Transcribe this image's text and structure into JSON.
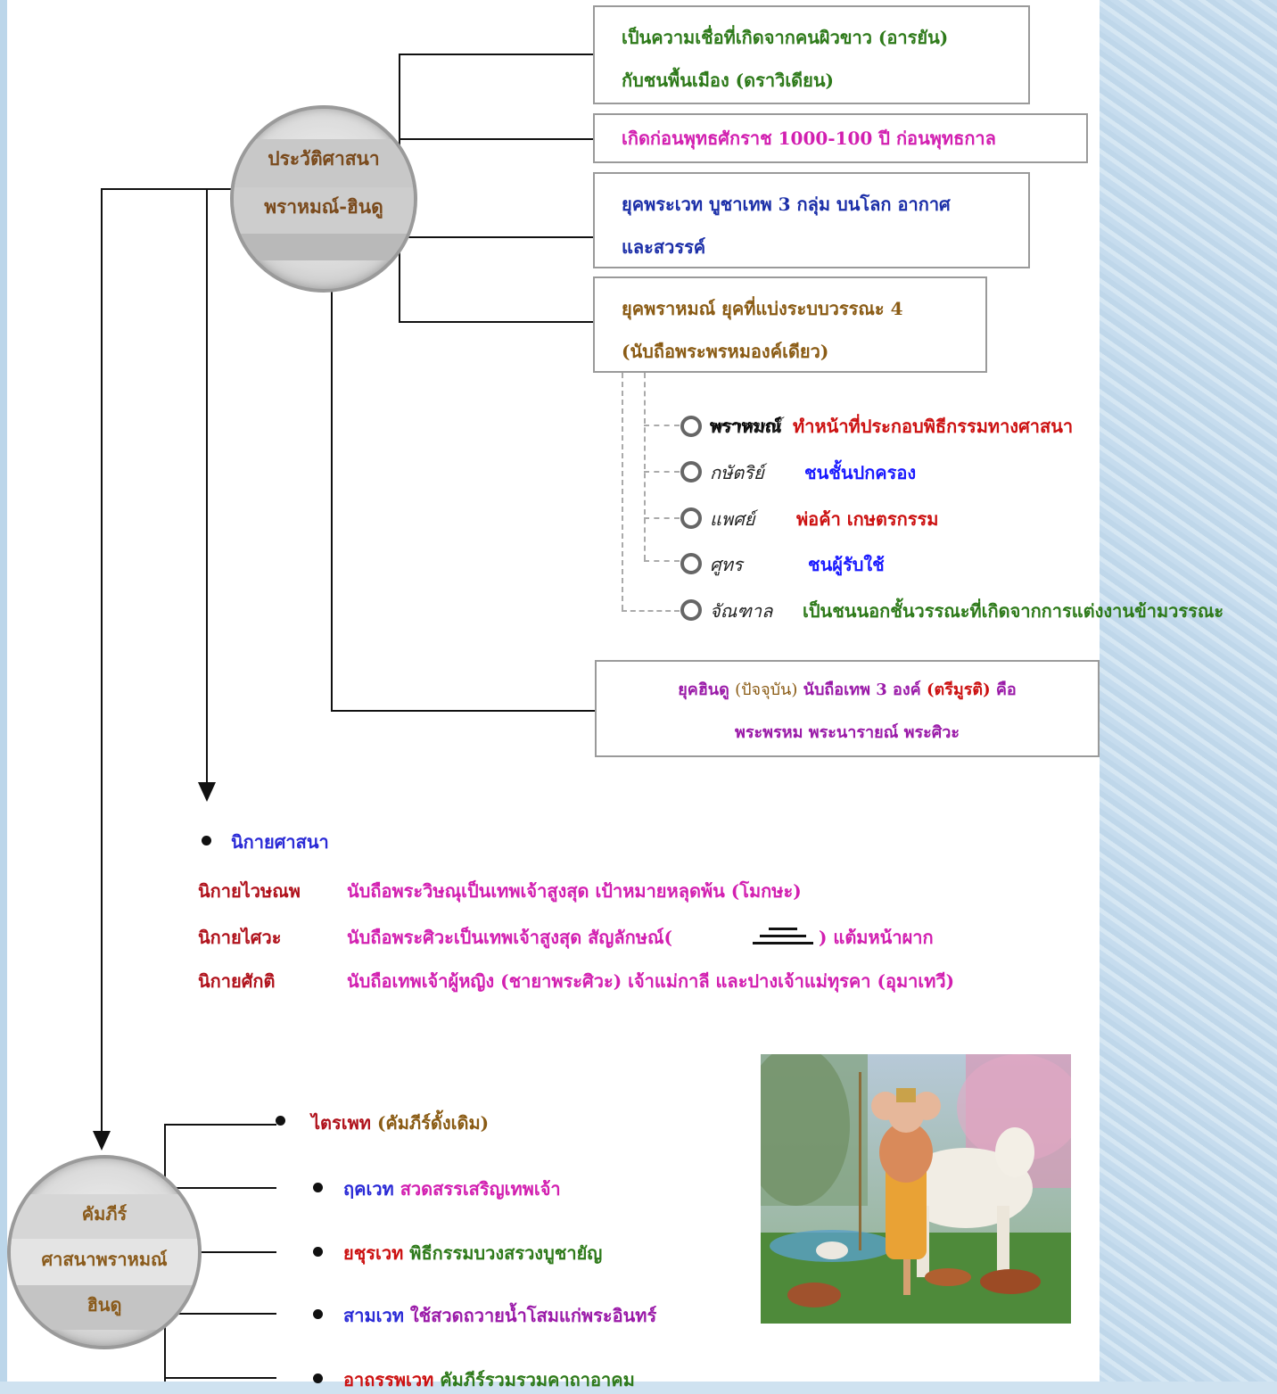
{
  "circle_top": {
    "line1": "ประวัติศาสนา",
    "line2": "พราหมณ์-ฮินดู"
  },
  "box1": {
    "line1": "เป็นความเชื่อที่เกิดจากคนผิวขาว (อารยัน)",
    "line2": "กับชนพื้นเมือง (ดราวิเดียน)"
  },
  "box2": {
    "text": "เกิดก่อนพุทธศักราช 1000-100 ปี ก่อนพุทธกาล"
  },
  "box3": {
    "line1": "ยุคพระเวท บูชาเทพ 3 กลุ่ม บนโลก อากาศ",
    "line2": "และสวรรค์"
  },
  "box4": {
    "line1": "ยุคพราหมณ์ ยุคที่แบ่งระบบวรรณะ 4",
    "line2": "(นับถือพระพรหมองค์เดียว)"
  },
  "castes": [
    {
      "name": "พราหมณ์",
      "desc": "ทำหน้าที่ประกอบพิธีกรรมทางศาสนา"
    },
    {
      "name": "กษัตริย์",
      "desc": "ชนชั้นปกครอง"
    },
    {
      "name": "แพศย์",
      "desc": "พ่อค้า เกษตรกรรม"
    },
    {
      "name": "ศูทร",
      "desc": "ชนผู้รับใช้"
    },
    {
      "name": "จัณฑาล",
      "desc": "เป็นชนนอกชั้นวรรณะที่เกิดจากการแต่งงานข้ามวรรณะ"
    }
  ],
  "box5": {
    "l1_a": "ยุคฮินดู",
    "l1_b": "(ปัจจุบัน)",
    "l1_c": "นับถือเทพ 3 องค์",
    "l1_d": "(ตรีมูรติ)",
    "l1_e": "คือ",
    "line2": "พระพรหม พระนารายณ์ พระศิวะ"
  },
  "sects": {
    "heading": "นิกายศาสนา",
    "items": [
      {
        "name": "นิกายไวษณพ",
        "desc": "นับถือพระวิษณุเป็นเทพเจ้าสูงสุด เป้าหมายหลุดพ้น (โมกษะ)"
      },
      {
        "name": "นิกายไศวะ",
        "desc_a": "นับถือพระศิวะเป็นเทพเจ้าสูงสุด สัญลักษณ์(",
        "desc_b": ") แต้มหน้าผาก"
      },
      {
        "name": "นิกายศักติ",
        "desc": "นับถือเทพเจ้าผู้หญิง (ชายาพระศิวะ) เจ้าแม่กาลี และปางเจ้าแม่ทุรคา (อุมาเทวี)"
      }
    ]
  },
  "circle_bottom": {
    "line1": "คัมภีร์",
    "line2": "ศาสนาพราหมณ์",
    "line3": "ฮินดู"
  },
  "scriptures": [
    {
      "name": "ไตรเพท",
      "desc": "(คัมภีร์ดั้งเดิม)"
    },
    {
      "name": "ฤคเวท",
      "desc": "สวดสรรเสริญเทพเจ้า"
    },
    {
      "name": "ยชุรเวท",
      "desc": "พิธีกรรมบวงสรวงบูชายัญ"
    },
    {
      "name": "สามเวท",
      "desc": "ใช้สวดถวายน้ำโสมแก่พระอินทร์"
    },
    {
      "name": "อาถรรพเวท",
      "desc": "คัมภีร์รวมรวมคาถาอาคม"
    }
  ],
  "image": {
    "subject": "Dattatreya painting"
  }
}
